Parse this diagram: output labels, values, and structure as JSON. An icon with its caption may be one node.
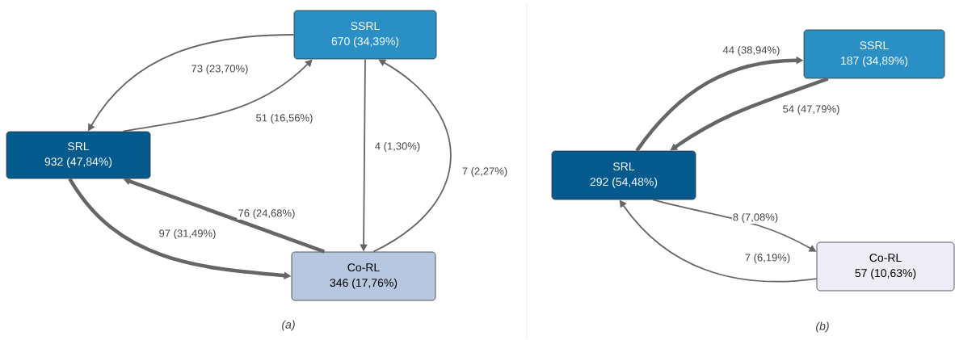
{
  "diagram": {
    "nodes": [
      {
        "text": [
          "SSRL",
          "670 (34,39%)"
        ]
      },
      {
        "text": [
          "SRL",
          "932 (47,84%)"
        ]
      },
      {
        "text": [
          "Co-RL",
          "346 (17,76%)"
        ]
      },
      {
        "text": [
          "SSRL",
          "187 (34,89%)"
        ]
      },
      {
        "text": [
          "SRL",
          "292 (54,48%)"
        ]
      },
      {
        "text": [
          "Co-RL",
          "57 (10,63%)"
        ]
      }
    ],
    "edges": [
      {
        "from": 0,
        "to": 1,
        "arrow": "to",
        "label": "73 (23,70%)"
      },
      {
        "from": 1,
        "to": 0,
        "arrow": "to",
        "label": "51 (16,56%)"
      },
      {
        "from": 0,
        "to": 2,
        "arrow": "to",
        "label": "4 (1,30%)"
      },
      {
        "from": 2,
        "to": 0,
        "arrow": "to",
        "label": "7 (2,27%)"
      },
      {
        "from": 2,
        "to": 1,
        "arrow": "to",
        "label": "76 (24,68%)",
        "style": "thick"
      },
      {
        "from": 1,
        "to": 2,
        "arrow": "to",
        "label": "97 (31,49%)",
        "style": "thick"
      },
      {
        "from": 4,
        "to": 3,
        "arrow": "to",
        "label": "44 (38,94%)",
        "style": "thick"
      },
      {
        "from": 3,
        "to": 4,
        "arrow": "to",
        "label": "54 (47,79%)",
        "style": "thick"
      },
      {
        "from": 4,
        "to": 5,
        "arrow": "to",
        "label": "8 (7,08%)"
      },
      {
        "from": 5,
        "to": 4,
        "arrow": "to",
        "label": "7 (6,19%)"
      }
    ],
    "labels": [
      "(a)",
      "(b)"
    ]
  }
}
